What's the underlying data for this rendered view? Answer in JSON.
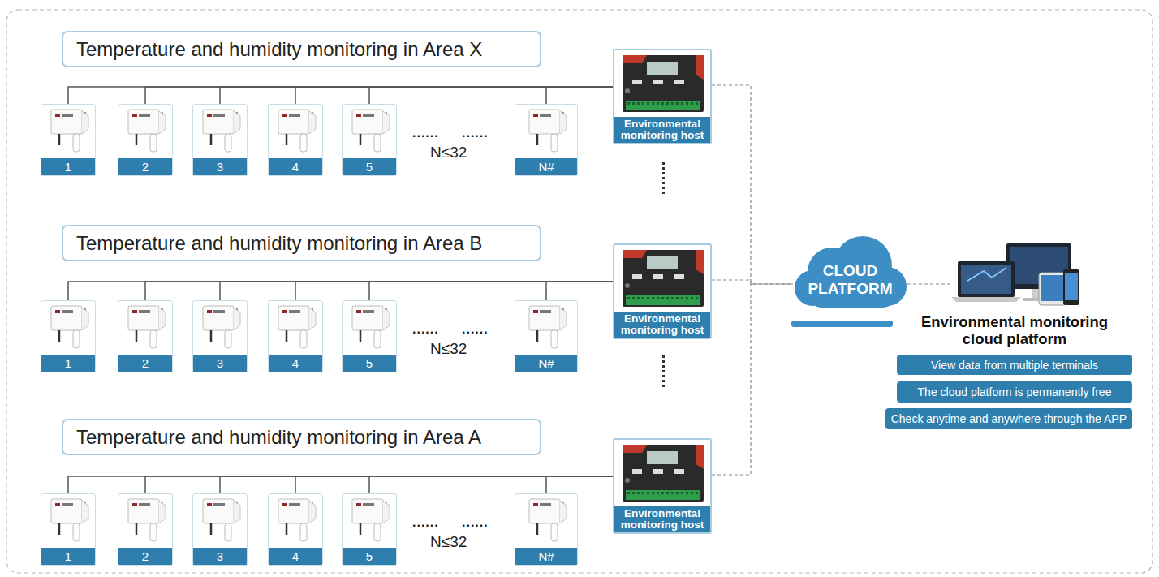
{
  "diagram": {
    "nodes": [
      {
        "text": [
          "Temperature and humidity monitoring in Area X"
        ]
      },
      {
        "text": [
          "1"
        ]
      },
      {
        "text": [
          "2"
        ]
      },
      {
        "text": [
          "3"
        ]
      },
      {
        "text": [
          "4"
        ]
      },
      {
        "text": [
          "5"
        ]
      },
      {
        "text": [
          "N#"
        ]
      },
      {
        "text": [
          "Environmental monitoring host"
        ]
      },
      {
        "text": [
          "Temperature and humidity monitoring in Area B"
        ]
      },
      {
        "text": [
          "1"
        ]
      },
      {
        "text": [
          "2"
        ]
      },
      {
        "text": [
          "3"
        ]
      },
      {
        "text": [
          "4"
        ]
      },
      {
        "text": [
          "5"
        ]
      },
      {
        "text": [
          "N#"
        ]
      },
      {
        "text": [
          "Environmental monitoring host"
        ]
      },
      {
        "text": [
          "Temperature and humidity monitoring in Area A"
        ]
      },
      {
        "text": [
          "1"
        ]
      },
      {
        "text": [
          "2"
        ]
      },
      {
        "text": [
          "3"
        ]
      },
      {
        "text": [
          "4"
        ]
      },
      {
        "text": [
          "5"
        ]
      },
      {
        "text": [
          "N#"
        ]
      },
      {
        "text": [
          "Environmental monitoring host"
        ]
      },
      {
        "text": [
          "CLOUD PLATFORM"
        ]
      },
      {
        "text": [
          "Environmental monitoring cloud platform"
        ]
      },
      {
        "text": [
          "View data from multiple terminals"
        ]
      },
      {
        "text": [
          "The cloud platform is permanently free"
        ]
      },
      {
        "text": [
          "Check anytime and anywhere through the APP"
        ]
      }
    ],
    "edges": [
      {
        "from": 1,
        "to": 7,
        "arrow": "none"
      },
      {
        "from": 2,
        "to": 7,
        "arrow": "none"
      },
      {
        "from": 3,
        "to": 7,
        "arrow": "none"
      },
      {
        "from": 4,
        "to": 7,
        "arrow": "none"
      },
      {
        "from": 5,
        "to": 7,
        "arrow": "none"
      },
      {
        "from": 6,
        "to": 7,
        "arrow": "none"
      },
      {
        "from": 9,
        "to": 15,
        "arrow": "none"
      },
      {
        "from": 10,
        "to": 15,
        "arrow": "none"
      },
      {
        "from": 11,
        "to": 15,
        "arrow": "none"
      },
      {
        "from": 12,
        "to": 15,
        "arrow": "none"
      },
      {
        "from": 13,
        "to": 15,
        "arrow": "none"
      },
      {
        "from": 14,
        "to": 15,
        "arrow": "none"
      },
      {
        "from": 17,
        "to": 23,
        "arrow": "none"
      },
      {
        "from": 18,
        "to": 23,
        "arrow": "none"
      },
      {
        "from": 19,
        "to": 23,
        "arrow": "none"
      },
      {
        "from": 20,
        "to": 23,
        "arrow": "none"
      },
      {
        "from": 21,
        "to": 23,
        "arrow": "none"
      },
      {
        "from": 22,
        "to": 23,
        "arrow": "none"
      },
      {
        "from": 7,
        "to": 24,
        "arrow": "none"
      },
      {
        "from": 15,
        "to": 24,
        "arrow": "none"
      },
      {
        "from": 23,
        "to": 24,
        "arrow": "none"
      },
      {
        "from": 24,
        "to": 25,
        "arrow": "none"
      }
    ],
    "labels": [
      "......",
      "......",
      "N≤32",
      "......",
      "......",
      "N≤32",
      "......",
      "......",
      "N≤32"
    ]
  }
}
